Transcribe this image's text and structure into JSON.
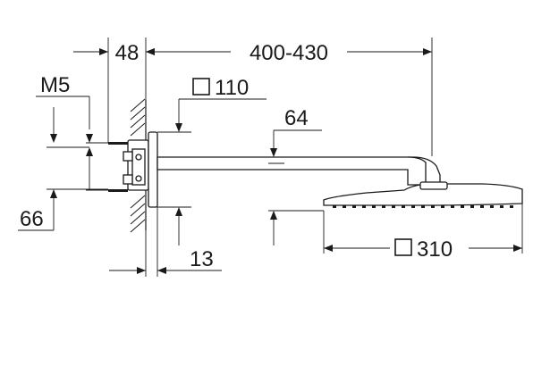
{
  "dimensions": {
    "wall_offset": "48",
    "arm_length": "400-430",
    "thread": "M5",
    "flange_size": "110",
    "arm_height": "64",
    "bolt_spacing": "66",
    "flange_depth": "13",
    "head_size": "310"
  },
  "symbols": {
    "square": "square-symbol"
  },
  "colors": {
    "line": "#1a1a1a",
    "background": "#ffffff"
  }
}
